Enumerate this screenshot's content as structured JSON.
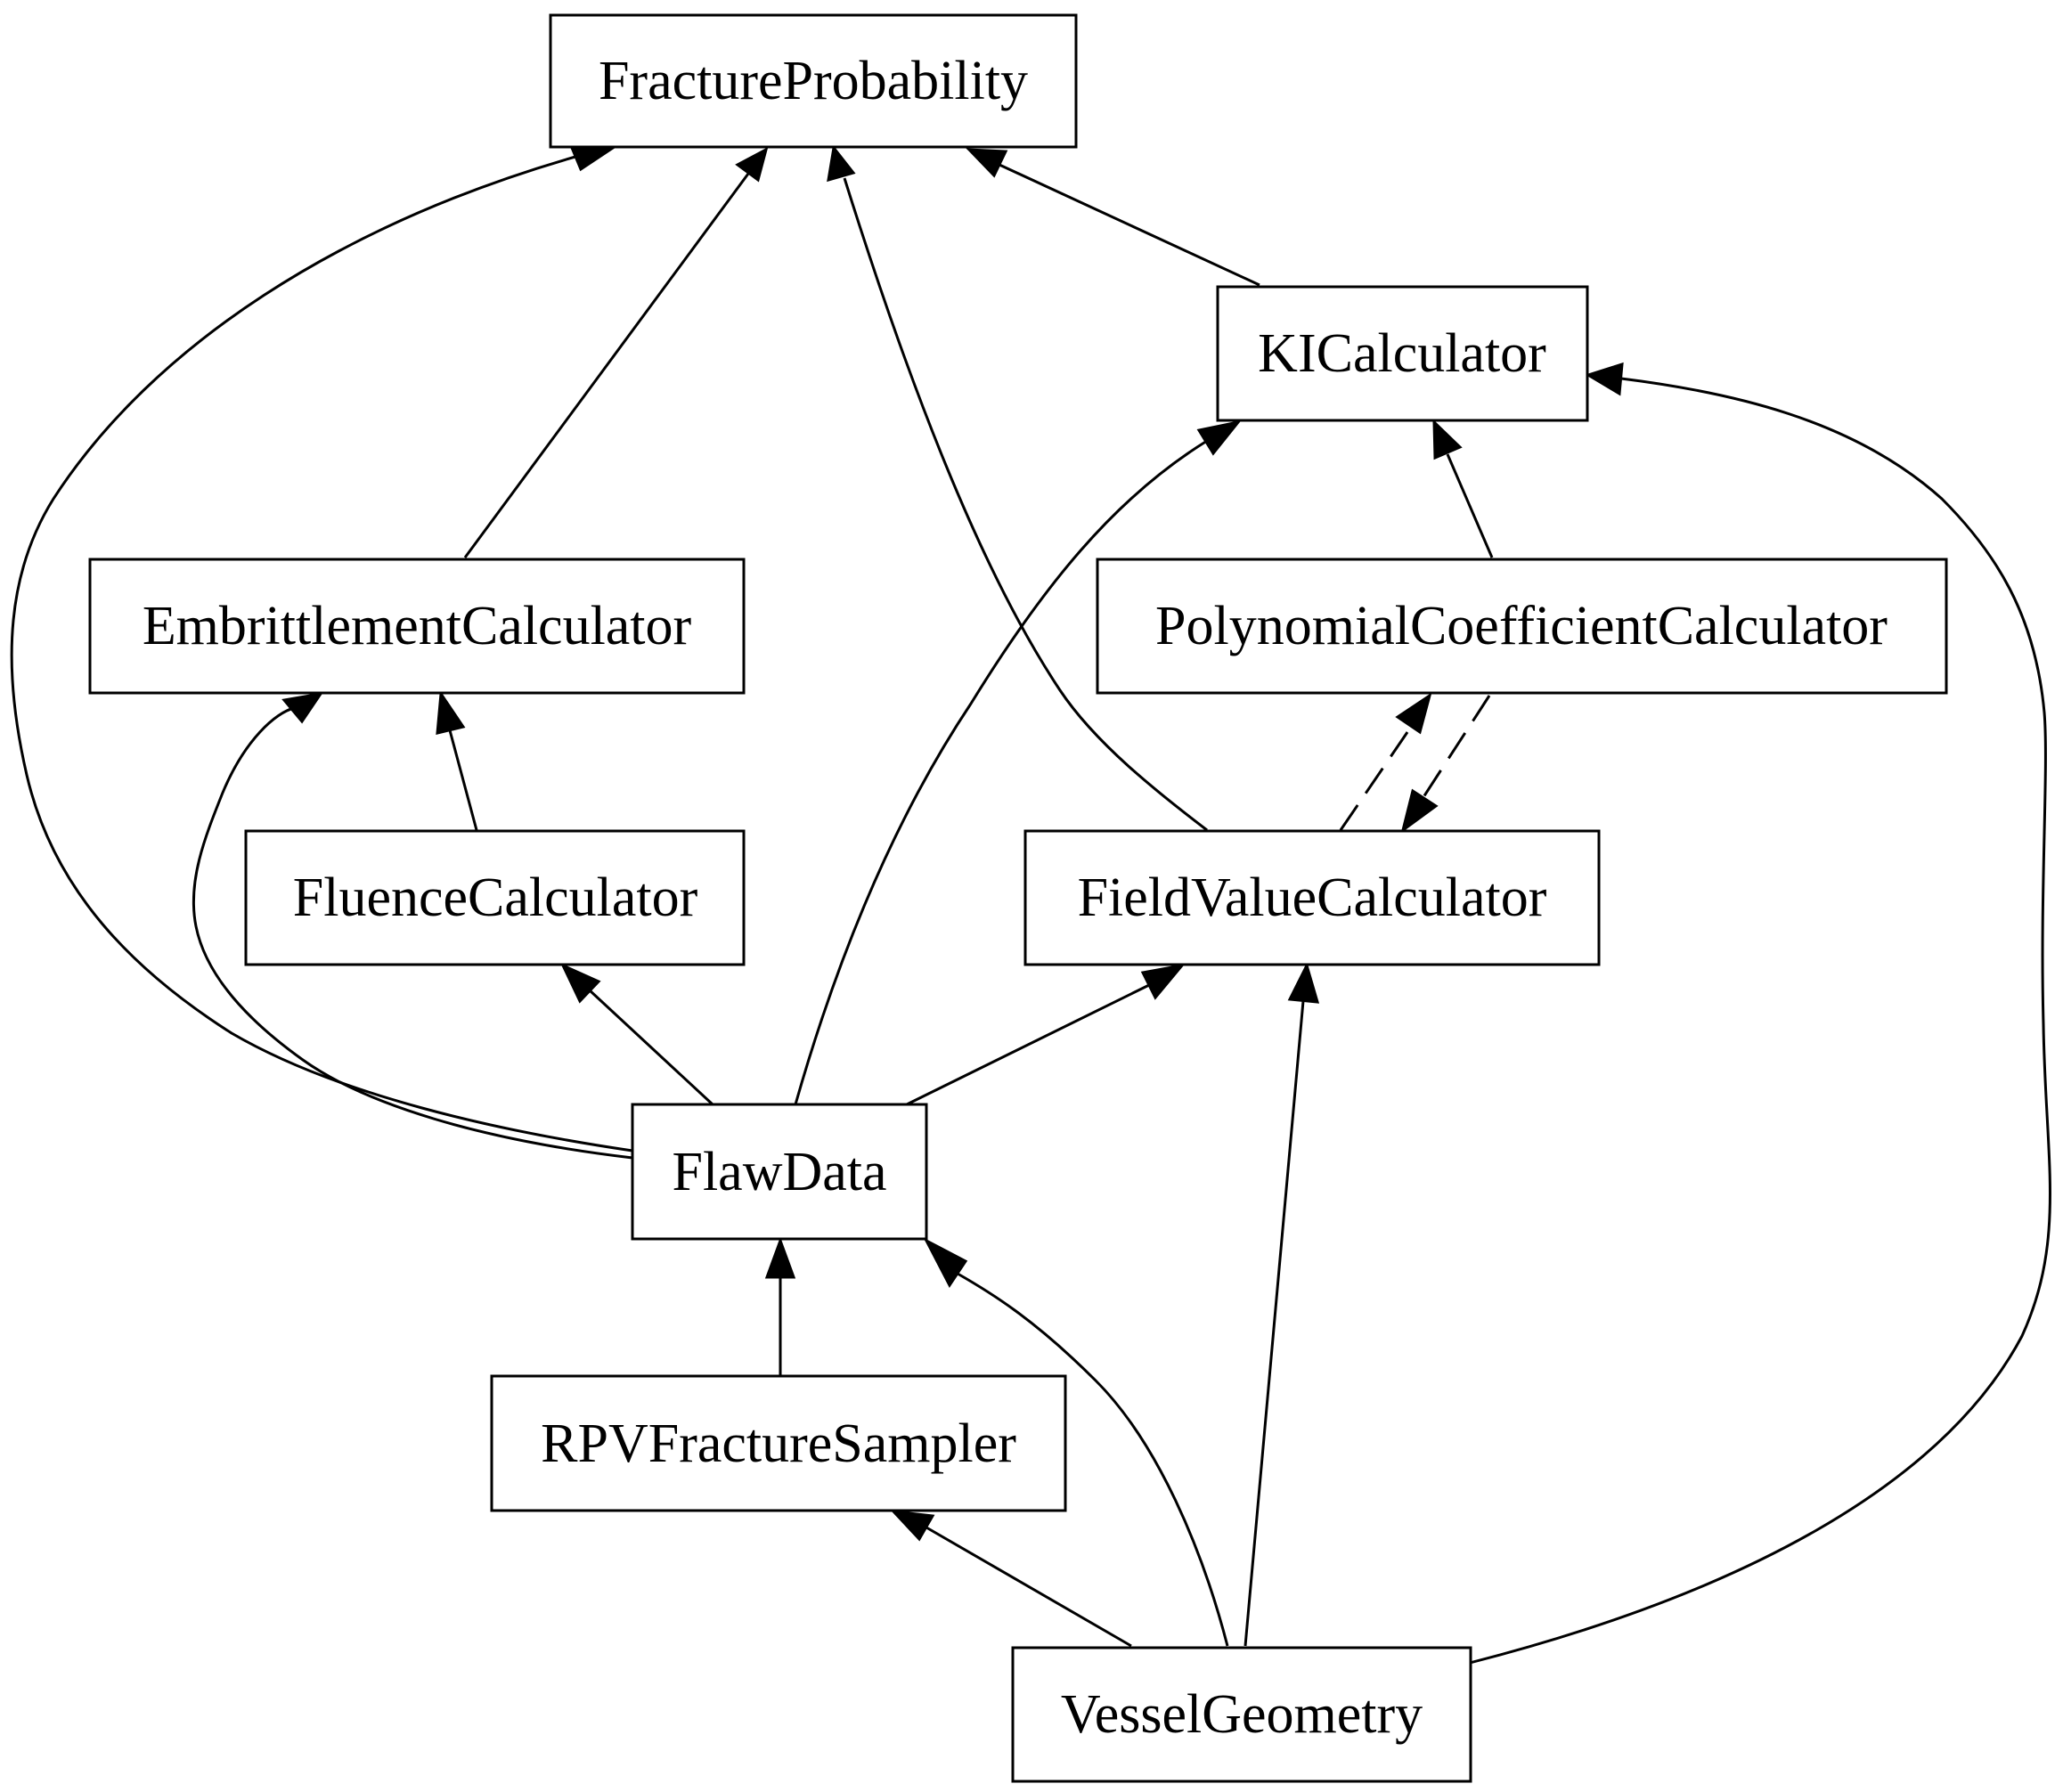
{
  "nodes": {
    "fracture_probability": "FractureProbability",
    "ki_calculator": "KICalculator",
    "embrittlement_calculator": "EmbrittlementCalculator",
    "polynomial_coefficient_calculator": "PolynomialCoefficientCalculator",
    "fluence_calculator": "FluenceCalculator",
    "field_value_calculator": "FieldValueCalculator",
    "flaw_data": "FlawData",
    "rpv_fracture_sampler": "RPVFractureSampler",
    "vessel_geometry": "VesselGeometry"
  },
  "edges": [
    {
      "from": "FlawData",
      "to": "FractureProbability",
      "style": "solid"
    },
    {
      "from": "EmbrittlementCalculator",
      "to": "FractureProbability",
      "style": "solid"
    },
    {
      "from": "FieldValueCalculator",
      "to": "FractureProbability",
      "style": "solid"
    },
    {
      "from": "KICalculator",
      "to": "FractureProbability",
      "style": "solid"
    },
    {
      "from": "FlawData",
      "to": "KICalculator",
      "style": "solid"
    },
    {
      "from": "PolynomialCoefficientCalculator",
      "to": "KICalculator",
      "style": "solid"
    },
    {
      "from": "VesselGeometry",
      "to": "KICalculator",
      "style": "solid"
    },
    {
      "from": "FlawData",
      "to": "EmbrittlementCalculator",
      "style": "solid"
    },
    {
      "from": "FluenceCalculator",
      "to": "EmbrittlementCalculator",
      "style": "solid"
    },
    {
      "from": "FieldValueCalculator",
      "to": "PolynomialCoefficientCalculator",
      "style": "dashed"
    },
    {
      "from": "PolynomialCoefficientCalculator",
      "to": "FieldValueCalculator",
      "style": "dashed"
    },
    {
      "from": "FlawData",
      "to": "FluenceCalculator",
      "style": "solid"
    },
    {
      "from": "FlawData",
      "to": "FieldValueCalculator",
      "style": "solid"
    },
    {
      "from": "VesselGeometry",
      "to": "FieldValueCalculator",
      "style": "solid"
    },
    {
      "from": "RPVFractureSampler",
      "to": "FlawData",
      "style": "solid"
    },
    {
      "from": "VesselGeometry",
      "to": "FlawData",
      "style": "solid"
    },
    {
      "from": "VesselGeometry",
      "to": "RPVFractureSampler",
      "style": "solid"
    }
  ]
}
